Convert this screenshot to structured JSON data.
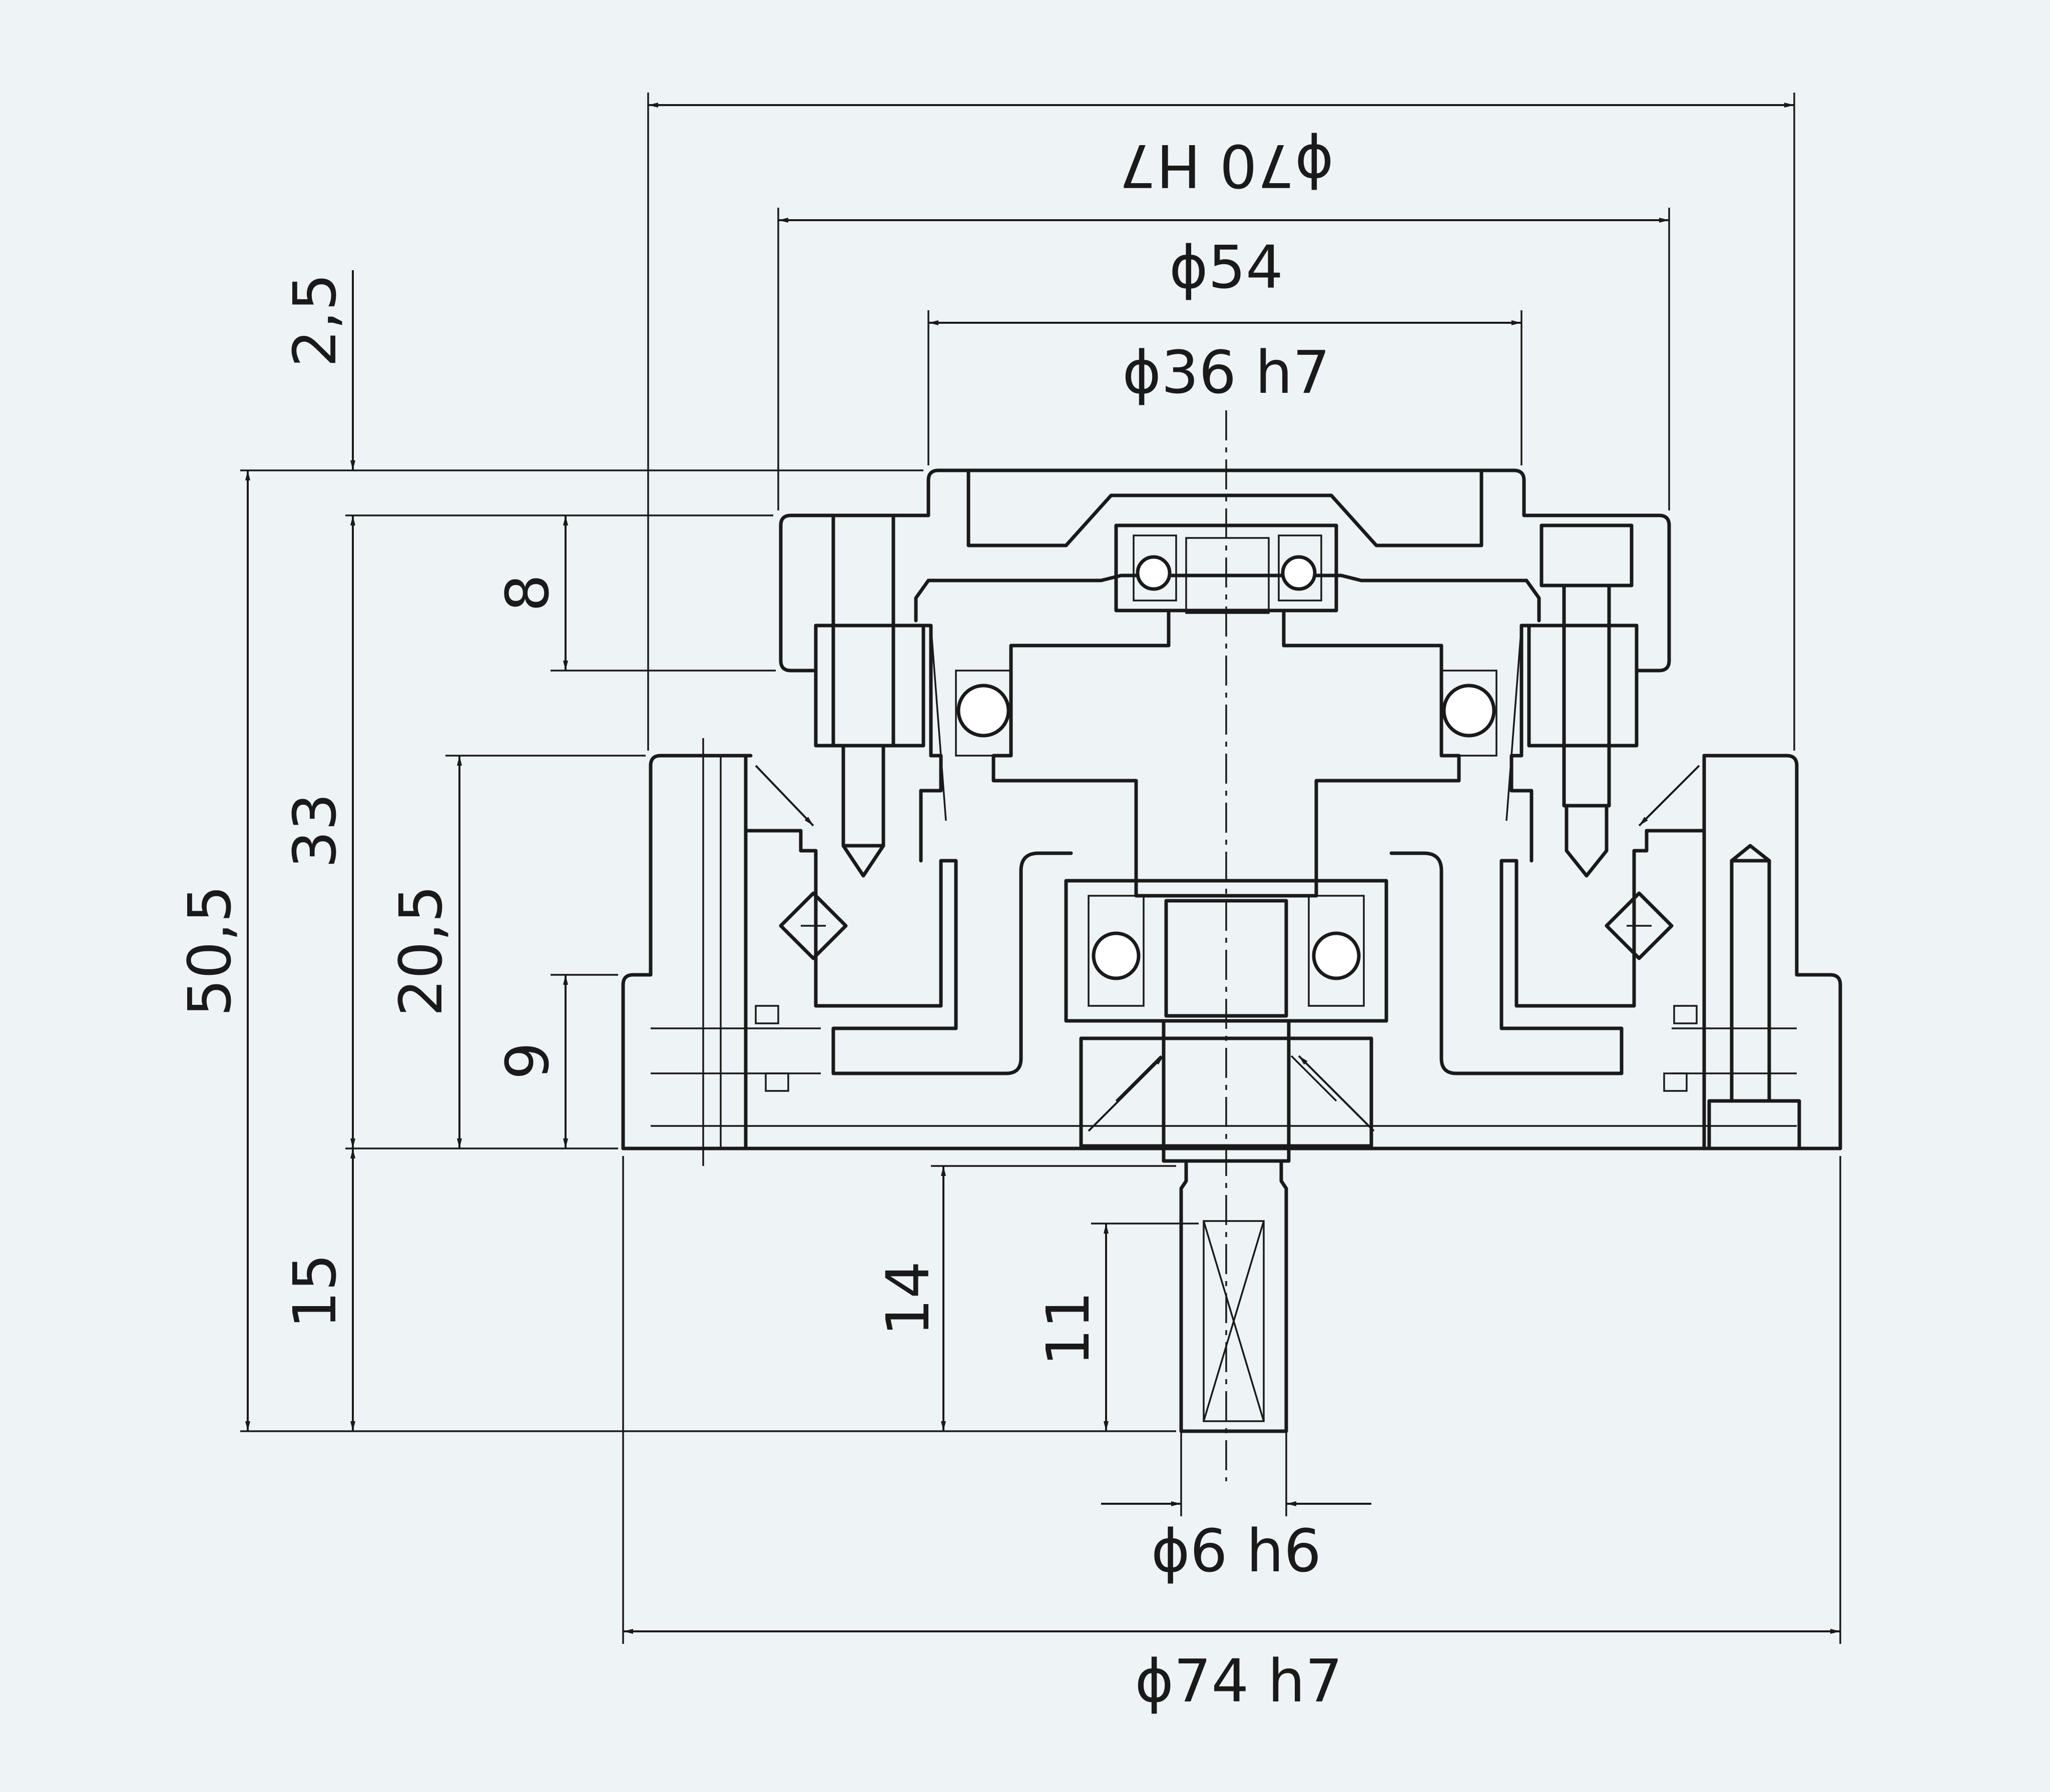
{
  "dimensions": {
    "dia_70_h7": "ϕ70 H7",
    "dia_54": "ϕ54",
    "dia_36_h7": "ϕ36 h7",
    "dia_6_h6": "ϕ6 h6",
    "dia_74_h7": "ϕ74 h7",
    "h_2_5": "2,5",
    "h_8": "8",
    "h_33": "33",
    "h_50_5": "50,5",
    "h_20_5": "20,5",
    "h_9": "9",
    "h_15": "15",
    "h_14": "14",
    "h_11": "11"
  },
  "colors": {
    "background": "#eef3f5",
    "line": "#1a1a1a"
  }
}
